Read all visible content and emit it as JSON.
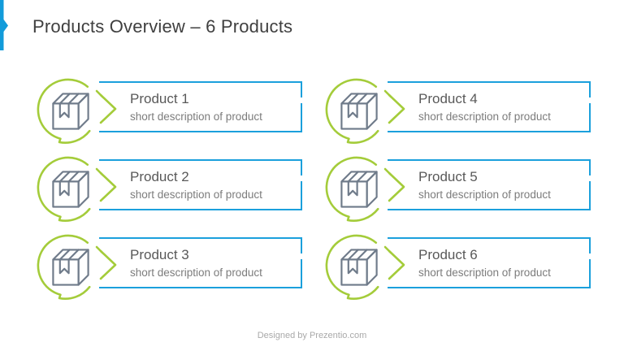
{
  "slide": {
    "title": "Products Overview – 6 Products",
    "footer": "Designed by Prezentio.com"
  },
  "products": [
    {
      "name": "Product 1",
      "description": "short description of product"
    },
    {
      "name": "Product 2",
      "description": "short description of product"
    },
    {
      "name": "Product 3",
      "description": "short description of product"
    },
    {
      "name": "Product 4",
      "description": "short description of product"
    },
    {
      "name": "Product 5",
      "description": "short description of product"
    },
    {
      "name": "Product 6",
      "description": "short description of product"
    }
  ],
  "icons": {
    "badge": "package-box-icon",
    "pointer": "chevron-right-icon",
    "title_marker": "bookmark-arrow-icon"
  },
  "colors": {
    "accent_blue": "#1ba0dc",
    "accent_green": "#a4cc3a",
    "icon_gray": "#6f7b8a",
    "title_text": "#3f3f3f",
    "product_name_text": "#595959",
    "description_text": "#7c7c7c",
    "footer_text": "#a9a9a9"
  }
}
